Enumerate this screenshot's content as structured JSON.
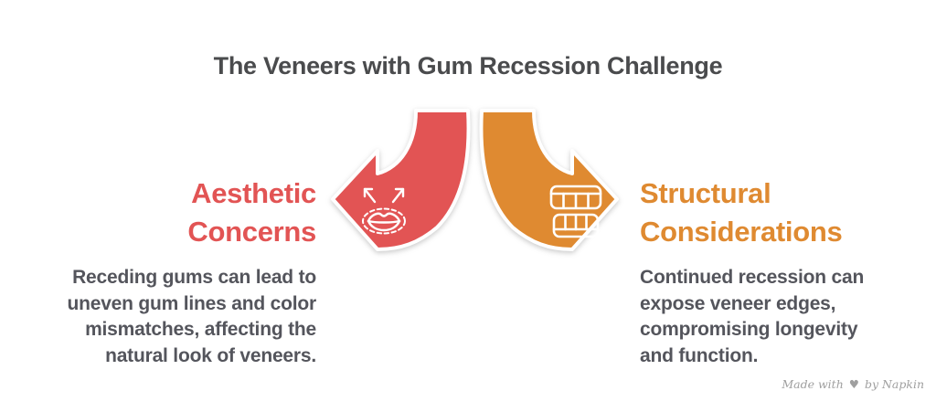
{
  "title": "The Veneers with Gum Recession Challenge",
  "colors": {
    "red": "#E25454",
    "orange": "#DF8A31",
    "heading_gray": "#4A4B4D",
    "body_gray": "#54555C",
    "watermark_gray": "#8F8F8F"
  },
  "left": {
    "heading_line1": "Aesthetic",
    "heading_line2": "Concerns",
    "body_lines": [
      "Receding gums can lead to",
      "uneven gum lines and color",
      "mismatches, affecting the",
      "natural look of veneers."
    ],
    "icon": "lips-enhancement-icon"
  },
  "right": {
    "heading_line1": "Structural",
    "heading_line2": "Considerations",
    "body_lines": [
      "Continued recession can",
      "expose veneer edges,",
      "compromising longevity",
      "and function."
    ],
    "icon": "teeth-denture-icon"
  },
  "watermark": {
    "prefix": "Made with",
    "heart": "♥",
    "suffix": "by Napkin"
  }
}
